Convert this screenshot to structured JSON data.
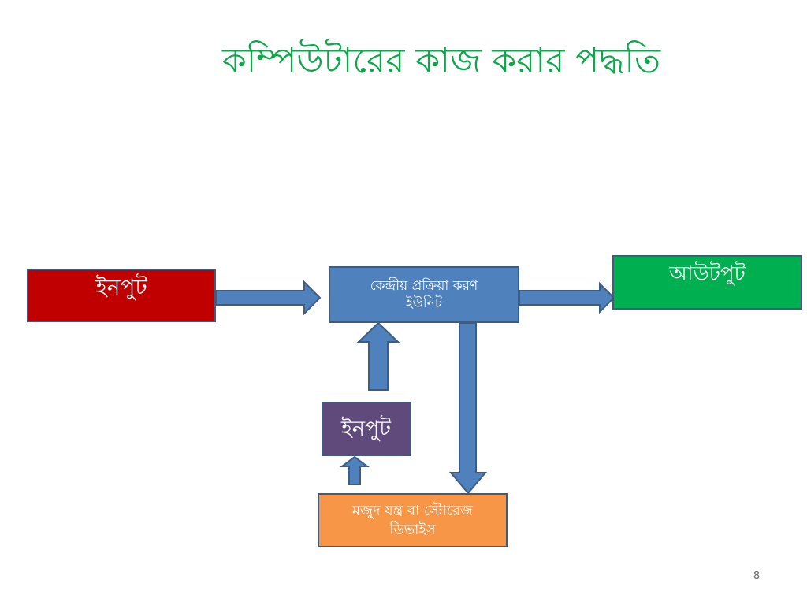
{
  "slide": {
    "title": "কম্পিউটারের কাজ করার পদ্ধতি",
    "page_number": "8"
  },
  "diagram": {
    "nodes": {
      "input_main": {
        "label": "ইনপুট",
        "color": "#c00000"
      },
      "cpu": {
        "label_line1": "কেন্দ্রীয় প্রক্রিয়া করণ",
        "label_line2": "ইউনিট",
        "color": "#4f81bd"
      },
      "output": {
        "label": "আউটপুট",
        "color": "#00b050"
      },
      "input_small": {
        "label": "ইনপুট",
        "color": "#604a7b"
      },
      "storage": {
        "label_line1": "মজুদ যন্ত্র বা স্টোরেজ",
        "label_line2": "ডিভাইস",
        "color": "#f79646"
      }
    },
    "connections": [
      {
        "from": "input_main",
        "to": "cpu"
      },
      {
        "from": "cpu",
        "to": "output"
      },
      {
        "from": "input_small",
        "to": "cpu"
      },
      {
        "from": "cpu",
        "to": "storage"
      },
      {
        "from": "storage",
        "to": "input_small"
      }
    ],
    "arrow_color": "#4f81bd",
    "arrow_outline": "#3f5b80"
  }
}
